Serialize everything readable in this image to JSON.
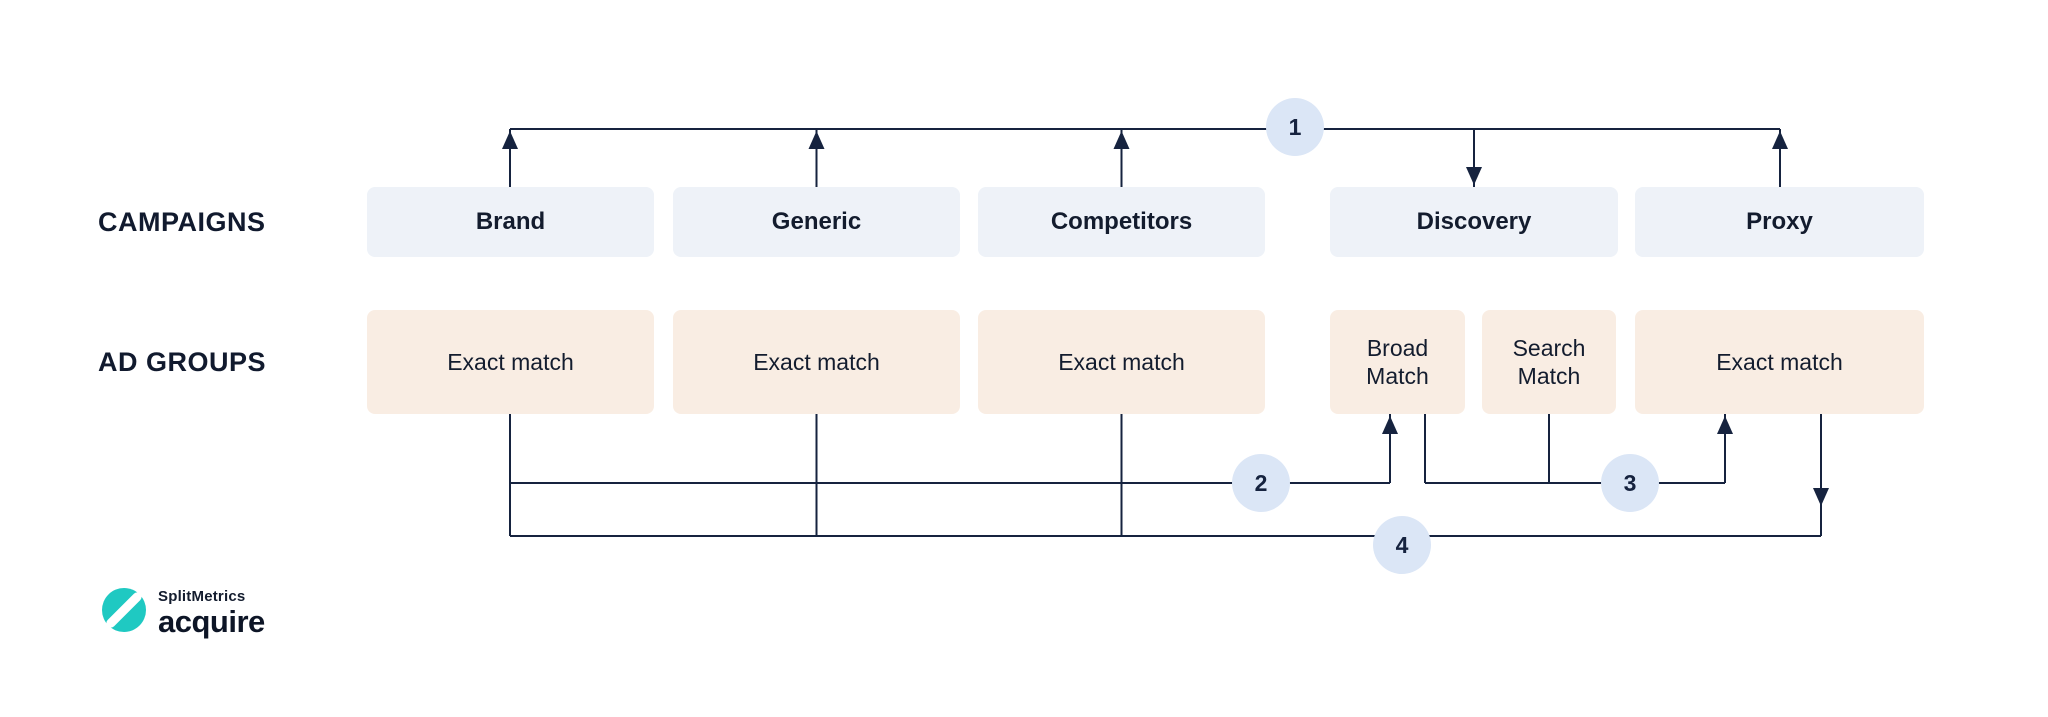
{
  "diagram": {
    "row_labels": {
      "campaigns": "CAMPAIGNS",
      "ad_groups": "AD GROUPS"
    },
    "campaigns": [
      {
        "label": "Brand"
      },
      {
        "label": "Generic"
      },
      {
        "label": "Competitors"
      },
      {
        "label": "Discovery"
      },
      {
        "label": "Proxy"
      }
    ],
    "ad_groups": [
      {
        "label": "Exact match"
      },
      {
        "label": "Exact match"
      },
      {
        "label": "Exact match"
      },
      {
        "label": "Broad Match"
      },
      {
        "label": "Search Match"
      },
      {
        "label": "Exact match"
      }
    ],
    "steps": [
      {
        "label": "1"
      },
      {
        "label": "2"
      },
      {
        "label": "3"
      },
      {
        "label": "4"
      }
    ]
  },
  "logo": {
    "company": "SplitMetrics",
    "product": "acquire"
  },
  "colors": {
    "background": "#ffffff",
    "campaign_box": "#eef2f8",
    "ad_group_box": "#f9ede3",
    "step_badge": "#dbe6f6",
    "line": "#16233f",
    "text": "#131c2e",
    "logo_teal": "#1fc9c2"
  }
}
